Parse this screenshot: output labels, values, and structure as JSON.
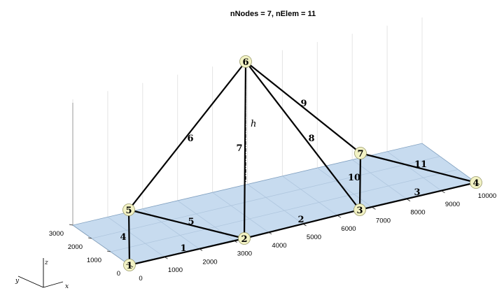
{
  "title": "nNodes = 7,  nElem = 11",
  "colors": {
    "plane": "#c7dbef",
    "plane_edge": "#7f9fbf",
    "node_fill": "#f2f2c4",
    "node_stroke": "#9a9a6a",
    "member": "#000000"
  },
  "x_ticks": [
    "0",
    "1000",
    "2000",
    "3000",
    "4000",
    "5000",
    "6000",
    "7000",
    "8000",
    "9000",
    "10000"
  ],
  "y_ticks": [
    "0",
    "1000",
    "2000",
    "3000"
  ],
  "nodes": [
    {
      "id": "1"
    },
    {
      "id": "2"
    },
    {
      "id": "3"
    },
    {
      "id": "4"
    },
    {
      "id": "5"
    },
    {
      "id": "6"
    },
    {
      "id": "7"
    }
  ],
  "elements": [
    {
      "id": "1",
      "from": "1",
      "to": "2"
    },
    {
      "id": "2",
      "from": "2",
      "to": "3"
    },
    {
      "id": "3",
      "from": "3",
      "to": "4"
    },
    {
      "id": "4",
      "from": "1",
      "to": "5"
    },
    {
      "id": "5",
      "from": "5",
      "to": "2"
    },
    {
      "id": "6",
      "from": "5",
      "to": "6"
    },
    {
      "id": "7",
      "from": "2",
      "to": "6"
    },
    {
      "id": "8",
      "from": "3",
      "to": "6"
    },
    {
      "id": "9",
      "from": "6",
      "to": "7"
    },
    {
      "id": "10",
      "from": "3",
      "to": "7"
    },
    {
      "id": "11",
      "from": "7",
      "to": "4"
    }
  ],
  "height_label": "h",
  "triad": {
    "x": "x",
    "y": "y",
    "z": "z"
  }
}
